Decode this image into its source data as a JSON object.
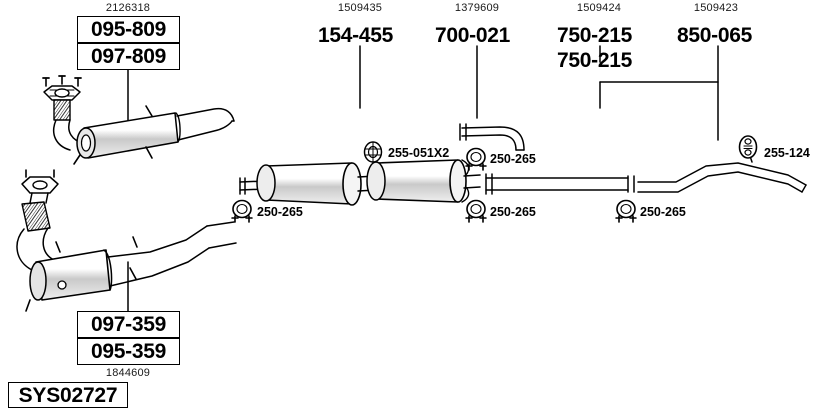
{
  "diagram": {
    "system_code": "SYS02727",
    "title_note": "exhaust system parts diagram"
  },
  "top_labels": [
    {
      "oem": "2126318",
      "numbers": [
        "095-809",
        "097-809"
      ],
      "boxed": true
    },
    {
      "oem": "1509435",
      "numbers": [
        "154-455"
      ],
      "boxed": false
    },
    {
      "oem": "1379609",
      "numbers": [
        "700-021"
      ],
      "boxed": false
    },
    {
      "oem": "1509424",
      "numbers": [
        "750-215",
        "750-215"
      ],
      "boxed": false
    },
    {
      "oem": "1509423",
      "numbers": [
        "850-065"
      ],
      "boxed": false
    }
  ],
  "bottom_labels": [
    {
      "oem": "1844609",
      "numbers": [
        "097-359",
        "095-359"
      ],
      "boxed": true
    }
  ],
  "small_parts": [
    {
      "id": "gasket-255-051",
      "label": "255-051X2",
      "icon": "flange-gasket-icon"
    },
    {
      "id": "clamp-upper-right",
      "label": "250-265",
      "icon": "exhaust-clamp-icon"
    },
    {
      "id": "clamp-left",
      "label": "250-265",
      "icon": "exhaust-clamp-icon"
    },
    {
      "id": "clamp-center",
      "label": "250-265",
      "icon": "exhaust-clamp-icon"
    },
    {
      "id": "clamp-right",
      "label": "250-265",
      "icon": "exhaust-clamp-icon"
    },
    {
      "id": "hanger-255-124",
      "label": "255-124",
      "icon": "rubber-hanger-icon"
    }
  ],
  "colors": {
    "line": "#000000",
    "background": "#ffffff",
    "fill_light": "#f2f2f2",
    "fill_mid": "#d8d8d8"
  }
}
